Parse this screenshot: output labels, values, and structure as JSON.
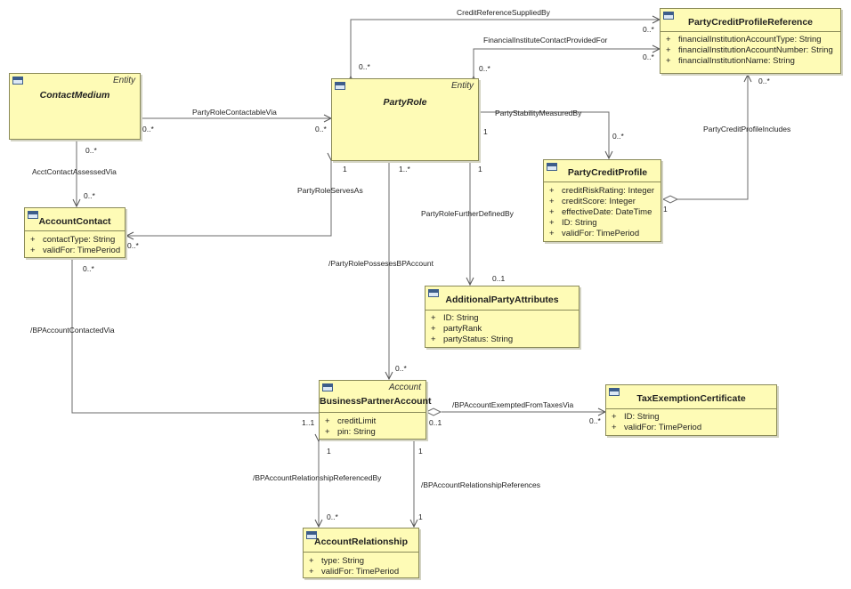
{
  "boxes": {
    "contact_medium": {
      "name": "ContactMedium",
      "stereotype": "Entity",
      "attrs": []
    },
    "party_role": {
      "name": "PartyRole",
      "stereotype": "Entity",
      "attrs": []
    },
    "party_credit_profile_reference": {
      "name": "PartyCreditProfileReference",
      "attrs": [
        {
          "vis": "+",
          "text": "financialInstitutionAccountType: String"
        },
        {
          "vis": "+",
          "text": "financialInstitutionAccountNumber: String"
        },
        {
          "vis": "+",
          "text": "financialInstitutionName: String"
        }
      ]
    },
    "party_credit_profile": {
      "name": "PartyCreditProfile",
      "attrs": [
        {
          "vis": "+",
          "text": "creditRiskRating: Integer"
        },
        {
          "vis": "+",
          "text": "creditScore: Integer"
        },
        {
          "vis": "+",
          "text": "effectiveDate: DateTime"
        },
        {
          "vis": "+",
          "text": "ID: String"
        },
        {
          "vis": "+",
          "text": "validFor: TimePeriod"
        }
      ]
    },
    "account_contact": {
      "name": "AccountContact",
      "attrs": [
        {
          "vis": "+",
          "text": "contactType: String"
        },
        {
          "vis": "+",
          "text": "validFor: TimePeriod"
        }
      ]
    },
    "additional_party_attributes": {
      "name": "AdditionalPartyAttributes",
      "attrs": [
        {
          "vis": "+",
          "text": "ID: String"
        },
        {
          "vis": "+",
          "text": "partyRank"
        },
        {
          "vis": "+",
          "text": "partyStatus: String"
        }
      ]
    },
    "business_partner_account": {
      "name": "BusinessPartnerAccount",
      "stereotype": "Account",
      "attrs": [
        {
          "vis": "+",
          "text": "creditLimit"
        },
        {
          "vis": "+",
          "text": "pin: String"
        }
      ]
    },
    "tax_exemption_certificate": {
      "name": "TaxExemptionCertificate",
      "attrs": [
        {
          "vis": "+",
          "text": "ID: String"
        },
        {
          "vis": "+",
          "text": "validFor: TimePeriod"
        }
      ]
    },
    "account_relationship": {
      "name": "AccountRelationship",
      "attrs": [
        {
          "vis": "+",
          "text": "type: String"
        },
        {
          "vis": "+",
          "text": "validFor: TimePeriod"
        }
      ]
    }
  },
  "associations": {
    "credit_reference_supplied_by": "CreditReferenceSuppliedBy",
    "financial_institute_contact_provided_for": "FinancialInstituteContactProvidedFor",
    "party_role_contactable_via": "PartyRoleContactableVia",
    "party_stability_measured_by": "PartyStabilityMeasuredBy",
    "party_credit_profile_includes": "PartyCreditProfileIncludes",
    "acct_contact_assessed_via": "AcctContactAssessedVia",
    "party_role_serves_as": "PartyRoleServesAs",
    "party_role_further_defined_by": "PartyRoleFurtherDefinedBy",
    "party_role_possesses_bp_account": "/PartyRolePossesesBPAccount",
    "bp_account_contacted_via": "/BPAccountContactedVia",
    "bp_account_exempted_from_taxes_via": "/BPAccountExemptedFromTaxesVia",
    "bp_account_relationship_referenced_by": "/BPAccountRelationshipReferencedBy",
    "bp_account_relationship_references": "/BPAccountRelationshipReferences"
  },
  "multiplicities": {
    "m_0n_a": "0..*",
    "m_0n_b": "0..*",
    "m_0n_c": "0..*",
    "m_0n_d": "0..*",
    "m_0n_e": "0..*",
    "m_0n_f": "0..*",
    "m_0n_g": "0..*",
    "m_0n_h": "0..*",
    "m_0n_i": "0..*",
    "m_0n_j": "0..*",
    "m_0n_k": "0..*",
    "m_0n_l": "0..*",
    "m_0n_m": "0..*",
    "m_0n_n": "0..*",
    "m_0n_o": "0..*",
    "m_1_a": "1",
    "m_1_b": "1",
    "m_1_c": "1",
    "m_1_d": "1",
    "m_1_e": "1",
    "m_1_f": "1",
    "m_1_g": "1",
    "m_1n": "1..*",
    "m_01_a": "0..1",
    "m_01_b": "0..1",
    "m_11": "1..1"
  }
}
